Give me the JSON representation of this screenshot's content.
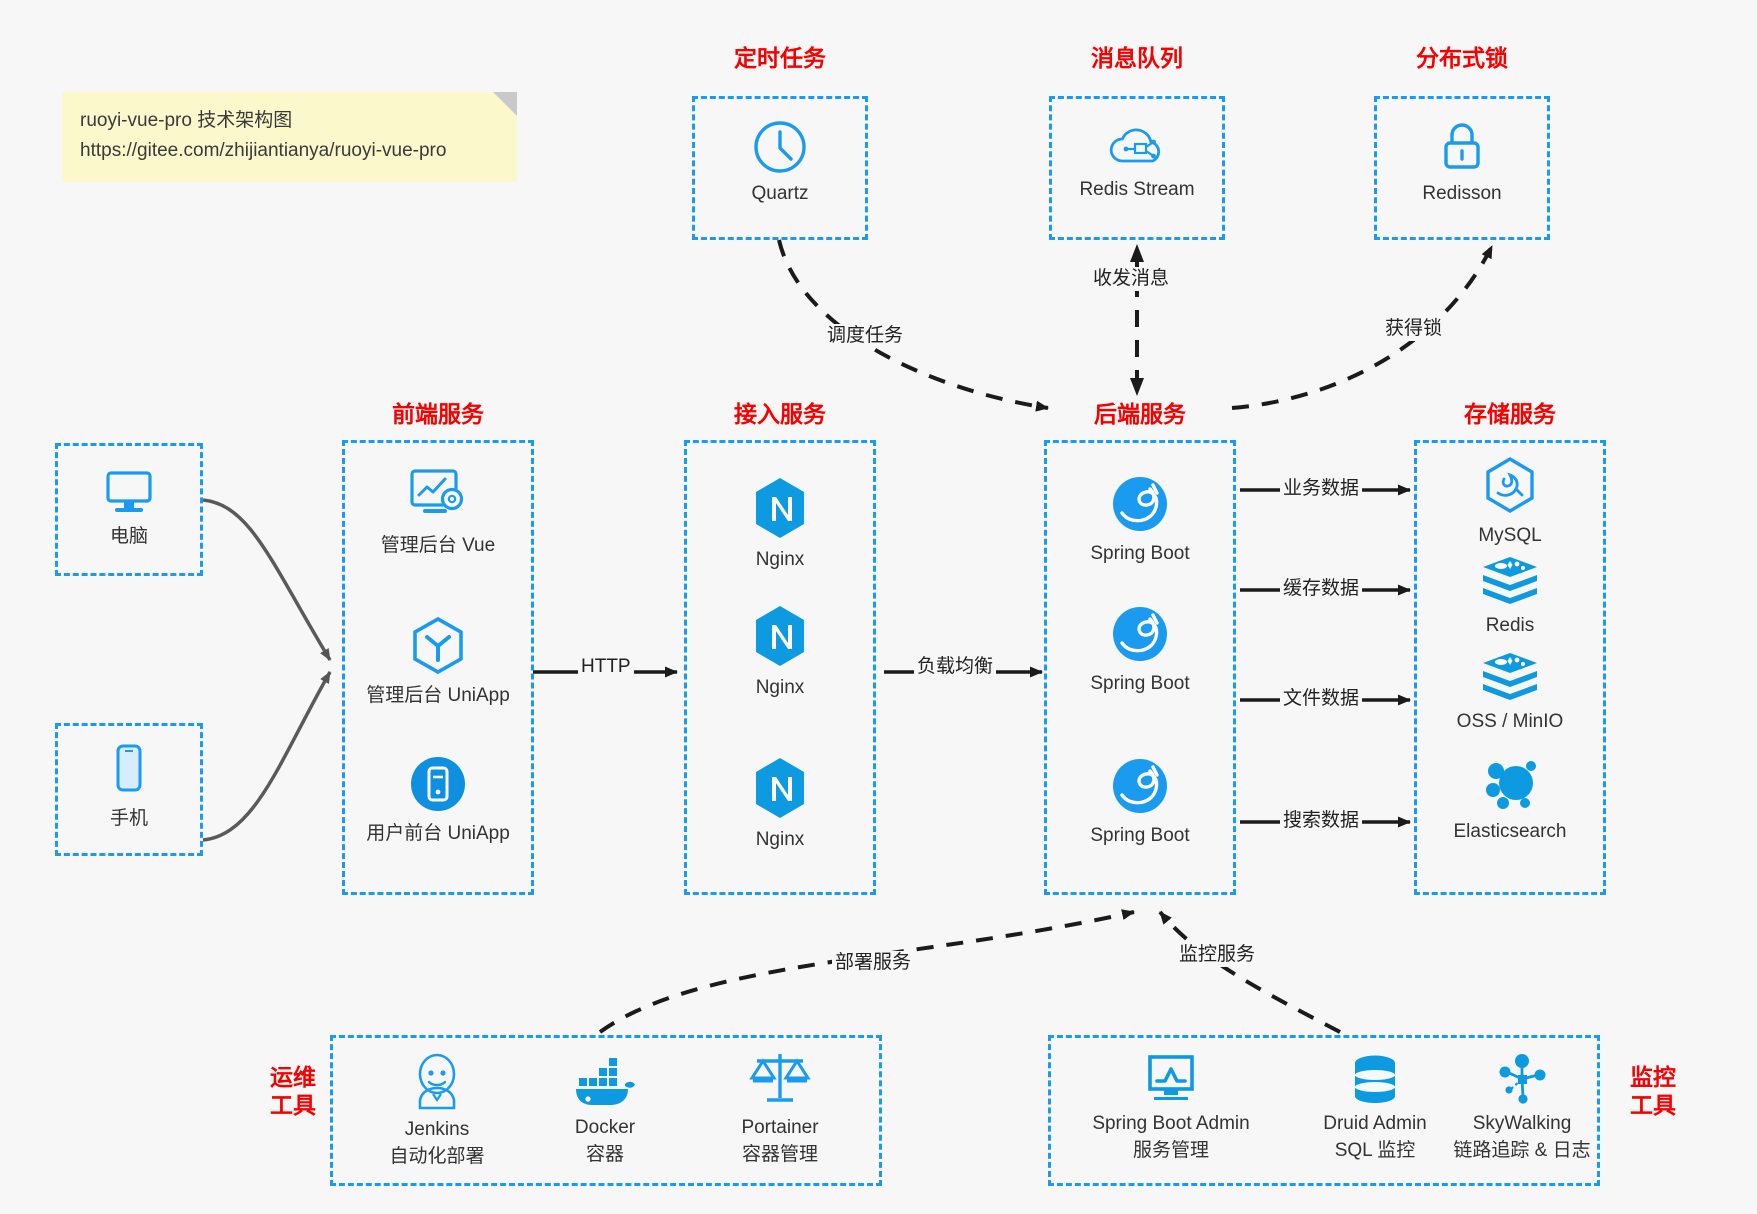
{
  "note": {
    "line1": "ruoyi-vue-pro 技术架构图",
    "line2": "https://gitee.com/zhijiantianya/ruoyi-vue-pro"
  },
  "colors": {
    "box_border": "#1a9bf0",
    "title_red": "#f60000",
    "icon_blue": "#1a9bf0",
    "arrow": "#333333",
    "background": "#f7f7f7",
    "note_bg": "#fbf8cc"
  },
  "groups": {
    "scheduler": {
      "title": "定时任务",
      "items": [
        {
          "label": "Quartz",
          "icon": "clock-icon"
        }
      ]
    },
    "mq": {
      "title": "消息队列",
      "items": [
        {
          "label": "Redis Stream",
          "icon": "cloud-network-icon"
        }
      ]
    },
    "lock": {
      "title": "分布式锁",
      "items": [
        {
          "label": "Redisson",
          "icon": "lock-icon"
        }
      ]
    },
    "clients": {
      "pc": {
        "label": "电脑",
        "icon": "desktop-icon"
      },
      "mobile": {
        "label": "手机",
        "icon": "phone-icon"
      }
    },
    "frontend": {
      "title": "前端服务",
      "items": [
        {
          "label": "管理后台 Vue",
          "icon": "dashboard-icon"
        },
        {
          "label": "管理后台 UniApp",
          "icon": "cube-icon"
        },
        {
          "label": "用户前台 UniApp",
          "icon": "mobile-app-icon"
        }
      ]
    },
    "gateway": {
      "title": "接入服务",
      "items": [
        {
          "label": "Nginx",
          "icon": "nginx-icon"
        },
        {
          "label": "Nginx",
          "icon": "nginx-icon"
        },
        {
          "label": "Nginx",
          "icon": "nginx-icon"
        }
      ]
    },
    "backend": {
      "title": "后端服务",
      "items": [
        {
          "label": "Spring Boot",
          "icon": "spring-icon"
        },
        {
          "label": "Spring Boot",
          "icon": "spring-icon"
        },
        {
          "label": "Spring Boot",
          "icon": "spring-icon"
        }
      ]
    },
    "storage": {
      "title": "存储服务",
      "items": [
        {
          "label": "MySQL",
          "icon": "mysql-icon"
        },
        {
          "label": "Redis",
          "icon": "redis-icon"
        },
        {
          "label": "OSS / MinIO",
          "icon": "oss-icon"
        },
        {
          "label": "Elasticsearch",
          "icon": "elasticsearch-icon"
        }
      ]
    },
    "devops": {
      "title_line1": "运维",
      "title_line2": "工具",
      "items": [
        {
          "label": "Jenkins",
          "sub": "自动化部署",
          "icon": "jenkins-icon"
        },
        {
          "label": "Docker",
          "sub": "容器",
          "icon": "docker-icon"
        },
        {
          "label": "Portainer",
          "sub": "容器管理",
          "icon": "scales-icon"
        }
      ]
    },
    "monitor": {
      "title_line1": "监控",
      "title_line2": "工具",
      "items": [
        {
          "label": "Spring Boot Admin",
          "sub": "服务管理",
          "icon": "monitor-chart-icon"
        },
        {
          "label": "Druid Admin",
          "sub": "SQL 监控",
          "icon": "database-icon"
        },
        {
          "label": "SkyWalking",
          "sub": "链路追踪 & 日志",
          "icon": "skywalking-icon"
        }
      ]
    }
  },
  "edges": [
    {
      "id": "http",
      "label": "HTTP"
    },
    {
      "id": "lb",
      "label": "负载均衡"
    },
    {
      "id": "schedule",
      "label": "调度任务"
    },
    {
      "id": "mq",
      "label": "收发消息"
    },
    {
      "id": "lock",
      "label": "获得锁"
    },
    {
      "id": "biz",
      "label": "业务数据"
    },
    {
      "id": "cache",
      "label": "缓存数据"
    },
    {
      "id": "file",
      "label": "文件数据"
    },
    {
      "id": "search",
      "label": "搜索数据"
    },
    {
      "id": "deploy",
      "label": "部署服务"
    },
    {
      "id": "observe",
      "label": "监控服务"
    }
  ]
}
